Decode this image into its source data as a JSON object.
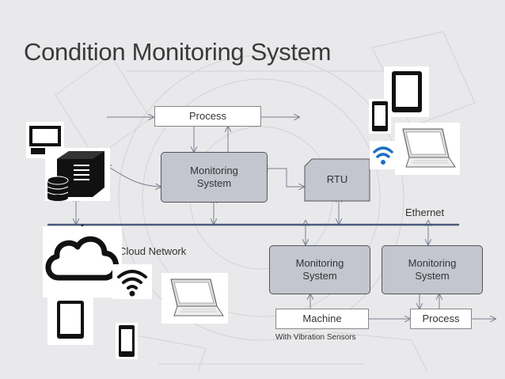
{
  "title": "Condition Monitoring System",
  "nodes": {
    "process_top": "Process",
    "monitoring_system_top": "Monitoring System",
    "rtu": "RTU",
    "monitoring_system_left": "Monitoring System",
    "monitoring_system_right": "Monitoring System",
    "machine": "Machine",
    "process_bottom": "Process"
  },
  "labels": {
    "ethernet": "Ethernet",
    "cloud_network": "Cloud Network",
    "vibration_sensors": "With Vibration Sensors"
  },
  "colors": {
    "background": "#e9e9eb",
    "monitoring_box_fill": "#c3c6cf",
    "ethernet_line": "#4a5a7a",
    "connector": "#7a7f8f",
    "wifi_accent": "#1f6fc2"
  },
  "icons": [
    "monitor-icon",
    "server-icon",
    "database-icon",
    "cloud-icon",
    "wifi-icon",
    "tablet-icon",
    "phone-icon",
    "laptop-icon"
  ]
}
